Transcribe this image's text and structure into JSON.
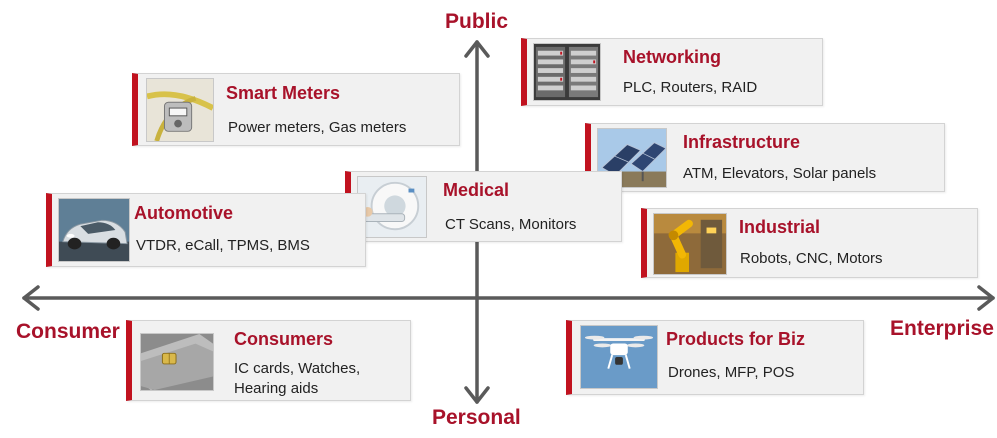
{
  "axes": {
    "top": "Public",
    "bottom": "Personal",
    "left": "Consumer",
    "right": "Enterprise"
  },
  "cards": [
    {
      "title": "Networking",
      "desc": [
        "PLC, Routers, RAID"
      ],
      "icon": "server-rack-image"
    },
    {
      "title": "Smart Meters",
      "desc": [
        "Power meters, Gas meters"
      ],
      "icon": "gas-meter-image"
    },
    {
      "title": "Infrastructure",
      "desc": [
        "ATM, Elevators, Solar panels"
      ],
      "icon": "solar-panel-image"
    },
    {
      "title": "Medical",
      "desc": [
        "CT Scans, Monitors"
      ],
      "icon": "ct-scanner-image"
    },
    {
      "title": "Automotive",
      "desc": [
        "VTDR, eCall, TPMS, BMS"
      ],
      "icon": "car-image"
    },
    {
      "title": "Industrial",
      "desc": [
        "Robots, CNC, Motors"
      ],
      "icon": "robot-arm-image"
    },
    {
      "title": "Consumers",
      "desc": [
        "IC cards, Watches,",
        "Hearing aids"
      ],
      "icon": "ic-card-image"
    },
    {
      "title": "Products for Biz",
      "desc": [
        "Drones, MFP, POS"
      ],
      "icon": "drone-image"
    }
  ],
  "colors": {
    "accent": "#c1121f",
    "title": "#a8122a",
    "axis": "#555555"
  }
}
